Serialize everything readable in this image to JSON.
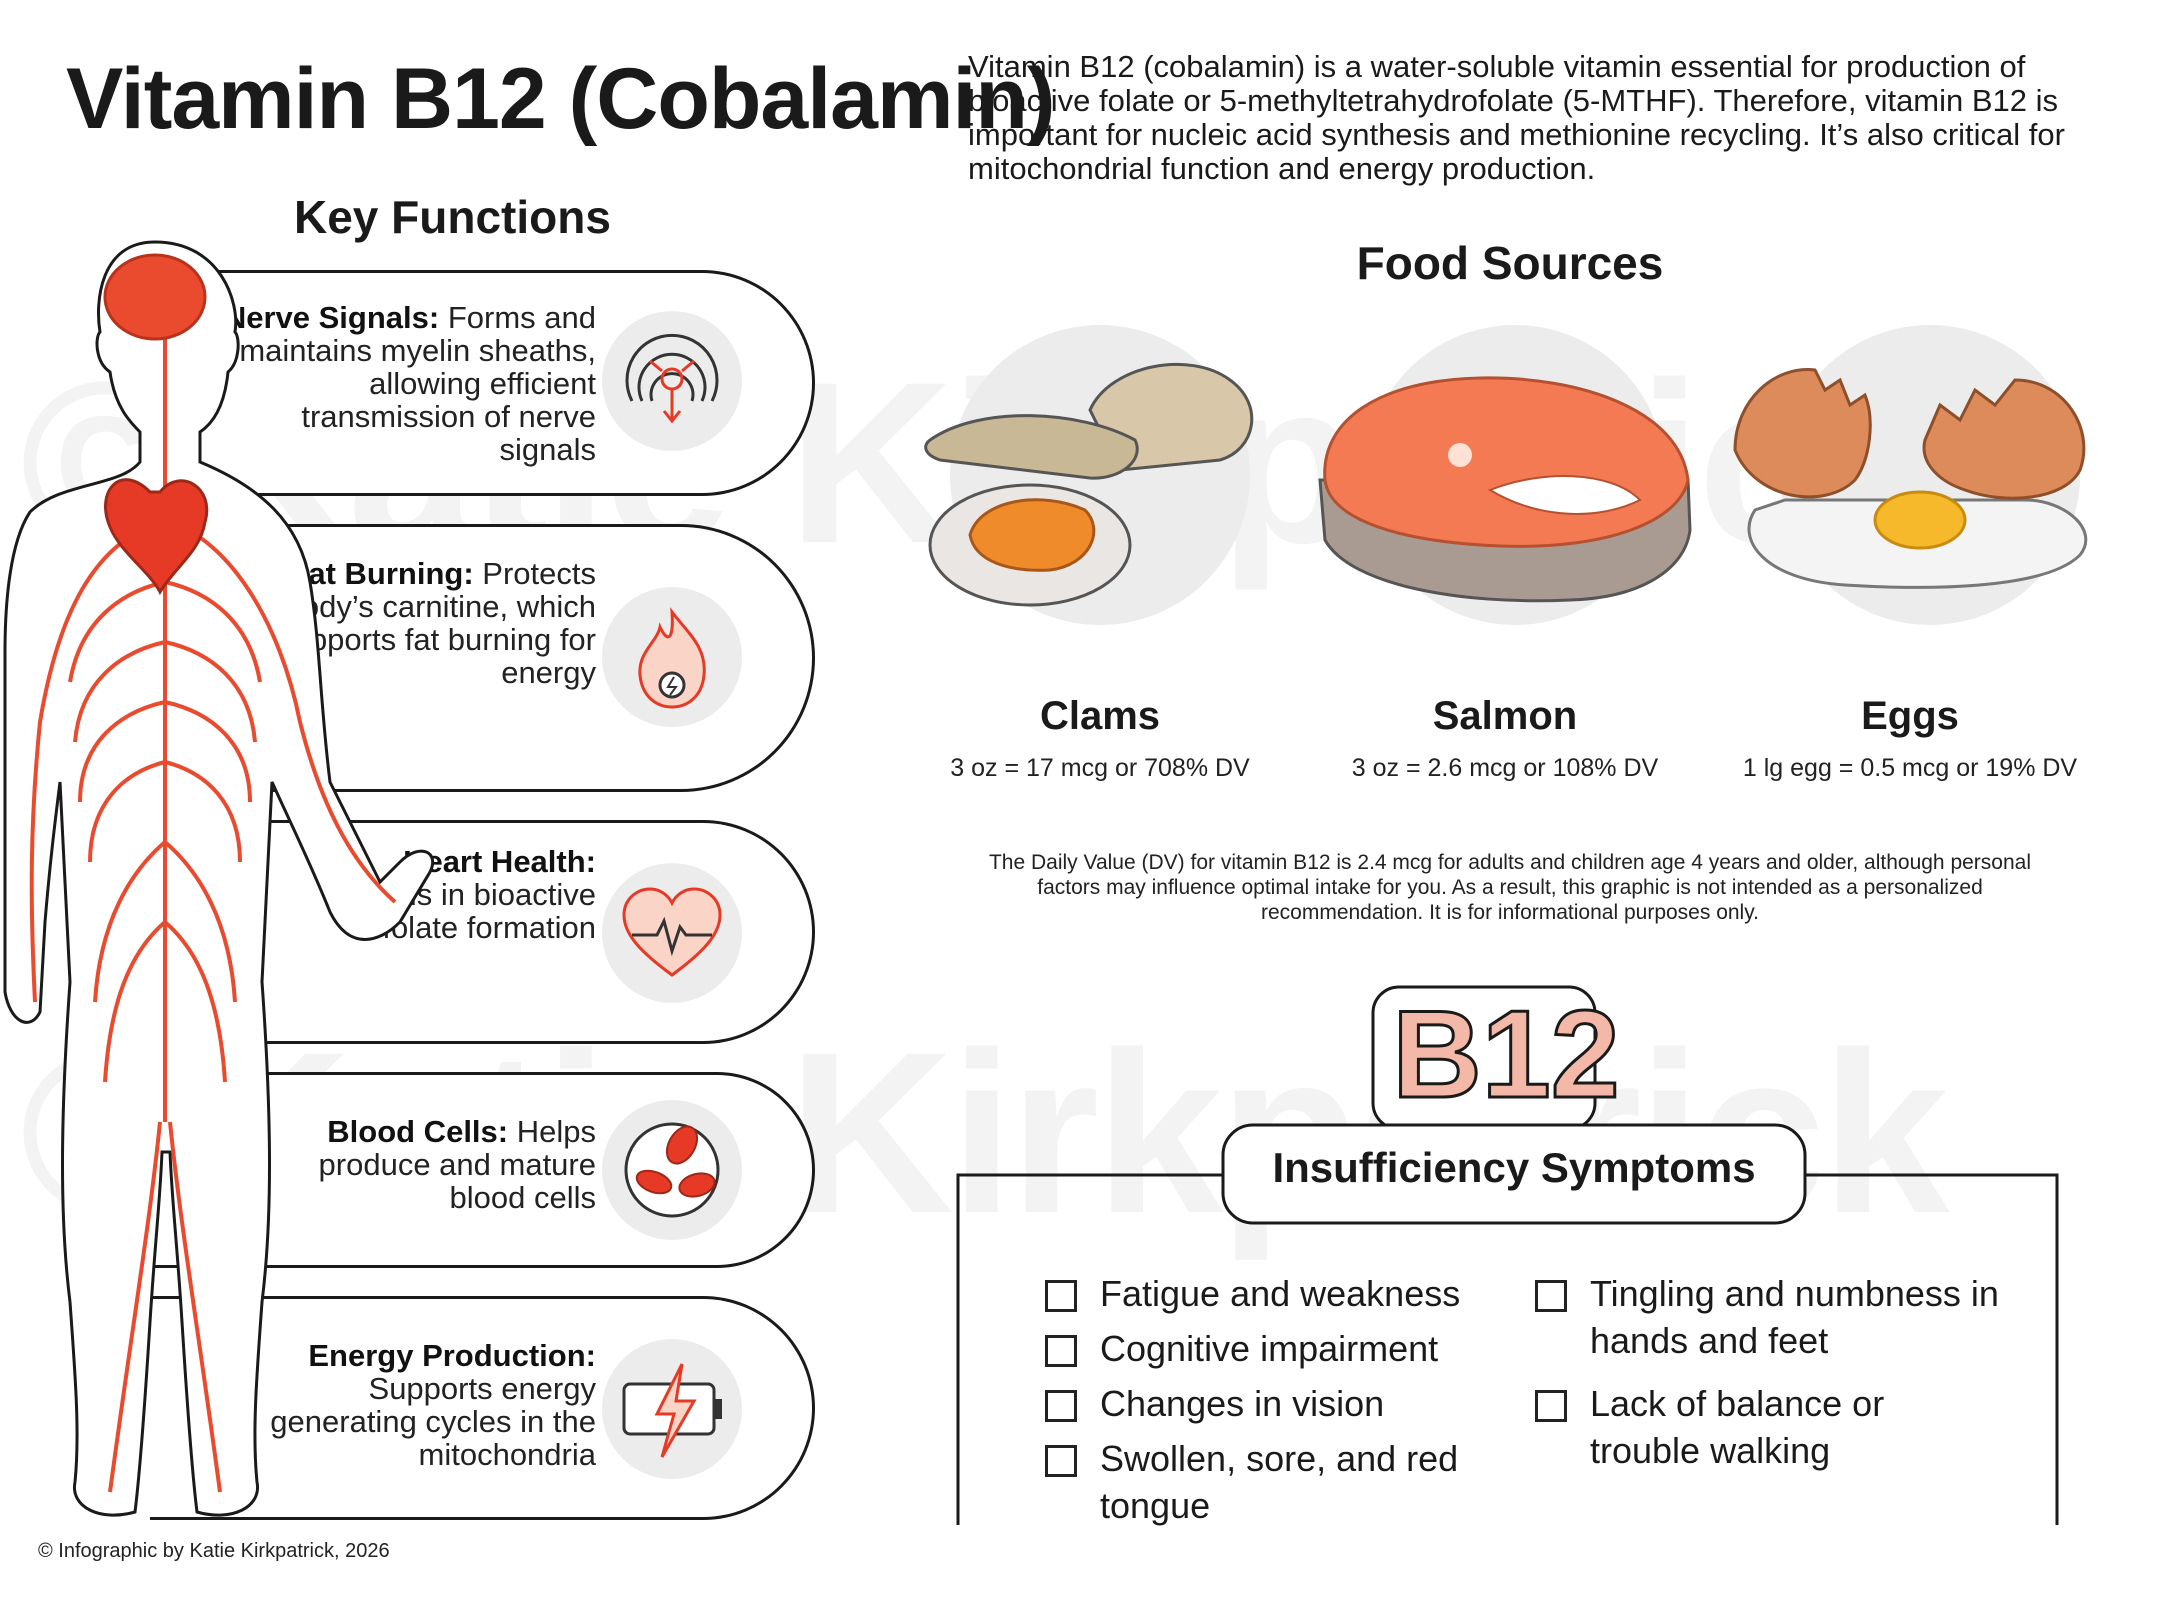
{
  "title": "Vitamin B12 (Cobalamin)",
  "intro": "Vitamin B12 (cobalamin) is a water-soluble vitamin essential for production of bioactive folate or 5-methyltetrahydrofolate (5-MTHF). Therefore, vitamin B12 is important for nucleic acid synthesis and methionine recycling. It’s also critical for mitochondrial function and energy production.",
  "watermark": "©Katie Kirkpatrick",
  "key_functions": {
    "heading": "Key Functions",
    "items": [
      {
        "title": "Nerve Signals:",
        "text": "Forms and maintains myelin sheaths, allowing efficient transmission of nerve signals",
        "icon": "neuron-icon"
      },
      {
        "title": "Fat Burning:",
        "text": "Protects body’s carnitine, which supports fat burning for energy",
        "icon": "flame-icon"
      },
      {
        "title": "Heart Health:",
        "text": "Aids in bioactive folate formation",
        "icon": "heart-pulse-icon"
      },
      {
        "title": "Blood Cells:",
        "text": "Helps produce and mature blood cells",
        "icon": "blood-cells-icon"
      },
      {
        "title": "Energy Production:",
        "text": "Supports energy generating cycles in the mitochondria",
        "icon": "battery-bolt-icon"
      }
    ]
  },
  "food_sources": {
    "heading": "Food Sources",
    "items": [
      {
        "name": "Clams",
        "amount": "3 oz = 17 mcg or 708% DV",
        "icon": "clam-icon"
      },
      {
        "name": "Salmon",
        "amount": "3 oz = 2.6 mcg or 108% DV",
        "icon": "salmon-steak-icon"
      },
      {
        "name": "Eggs",
        "amount": "1 lg egg = 0.5 mcg or 19% DV",
        "icon": "cracked-egg-icon"
      }
    ],
    "note": "The Daily Value (DV) for vitamin B12 is 2.4 mcg for adults and children age 4 years and older, although personal factors may influence optimal intake for you. As a result, this graphic is not intended as a personalized recommendation. It is for informational purposes only."
  },
  "symptoms": {
    "badge": "B12",
    "heading": "Insufficiency Symptoms",
    "left": [
      "Fatigue and weakness",
      "Cognitive impairment",
      "Changes in vision",
      "Swollen, sore, and red tongue"
    ],
    "right": [
      "Tingling and numbness in hands and feet",
      "Lack of balance or trouble walking"
    ]
  },
  "footer": "© Infographic by Katie Kirkpatrick, 2026",
  "colors": {
    "accent_red": "#e63a26",
    "nerve_red": "#ea4a2e",
    "text": "#1a1a1a",
    "icon_bg": "#ececec"
  }
}
